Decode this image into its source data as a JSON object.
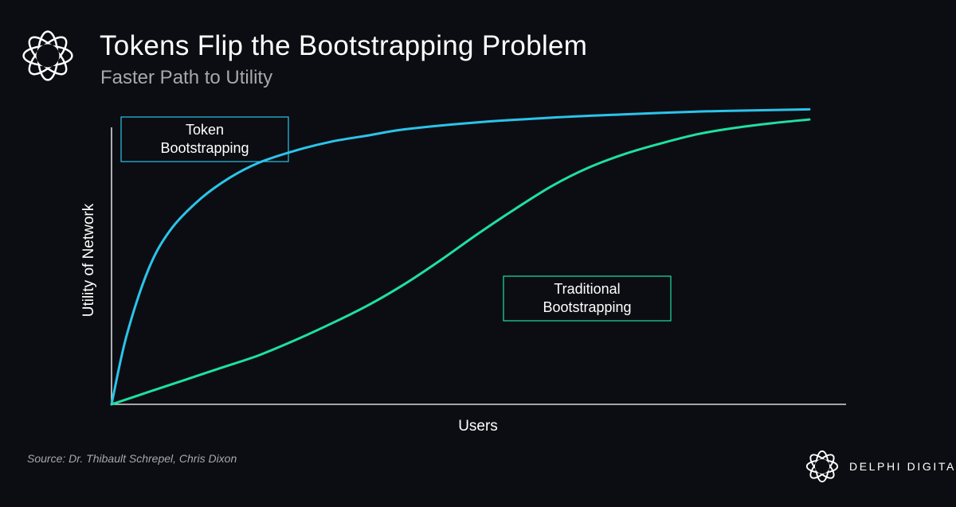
{
  "header": {
    "title": "Tokens Flip the Bootstrapping Problem",
    "subtitle": "Faster Path to Utility"
  },
  "footer": {
    "source": "Source: Dr. Thibault Schrepel, Chris Dixon",
    "brand": "DELPHI DIGITAL",
    "logo_icon": "knot-logo-icon"
  },
  "colors": {
    "background": "#0c0d12",
    "token_line": "#2bc4ea",
    "traditional_line": "#1fe0a0",
    "axis": "#d8d8d8",
    "muted_text": "#a8a8ab"
  },
  "chart_data": {
    "type": "line",
    "title": "Tokens Flip the Bootstrapping Problem",
    "subtitle": "Faster Path to Utility",
    "xlabel": "Users",
    "ylabel": "Utility of Network",
    "xlim": [
      0,
      100
    ],
    "ylim": [
      0,
      100
    ],
    "grid": false,
    "ticks": false,
    "series": [
      {
        "name": "Token Bootstrapping",
        "color": "#2bc4ea",
        "x": [
          0,
          2,
          5,
          8,
          12,
          16,
          20,
          25,
          30,
          35,
          40,
          50,
          60,
          70,
          80,
          90,
          95
        ],
        "y": [
          0,
          22,
          44,
          57,
          67,
          74,
          79,
          83,
          86,
          88,
          90,
          92.3,
          93.8,
          94.9,
          95.8,
          96.3,
          96.5
        ]
      },
      {
        "name": "Traditional Bootstrapping",
        "color": "#1fe0a0",
        "x": [
          0,
          5,
          10,
          15,
          20,
          25,
          30,
          35,
          40,
          45,
          50,
          55,
          60,
          65,
          70,
          75,
          80,
          85,
          90,
          95
        ],
        "y": [
          0,
          4,
          8,
          12,
          16,
          21,
          26.5,
          32.5,
          39.5,
          47.5,
          56,
          64,
          71.5,
          77.5,
          82,
          85.5,
          88.5,
          90.5,
          92,
          93.2
        ]
      }
    ]
  }
}
